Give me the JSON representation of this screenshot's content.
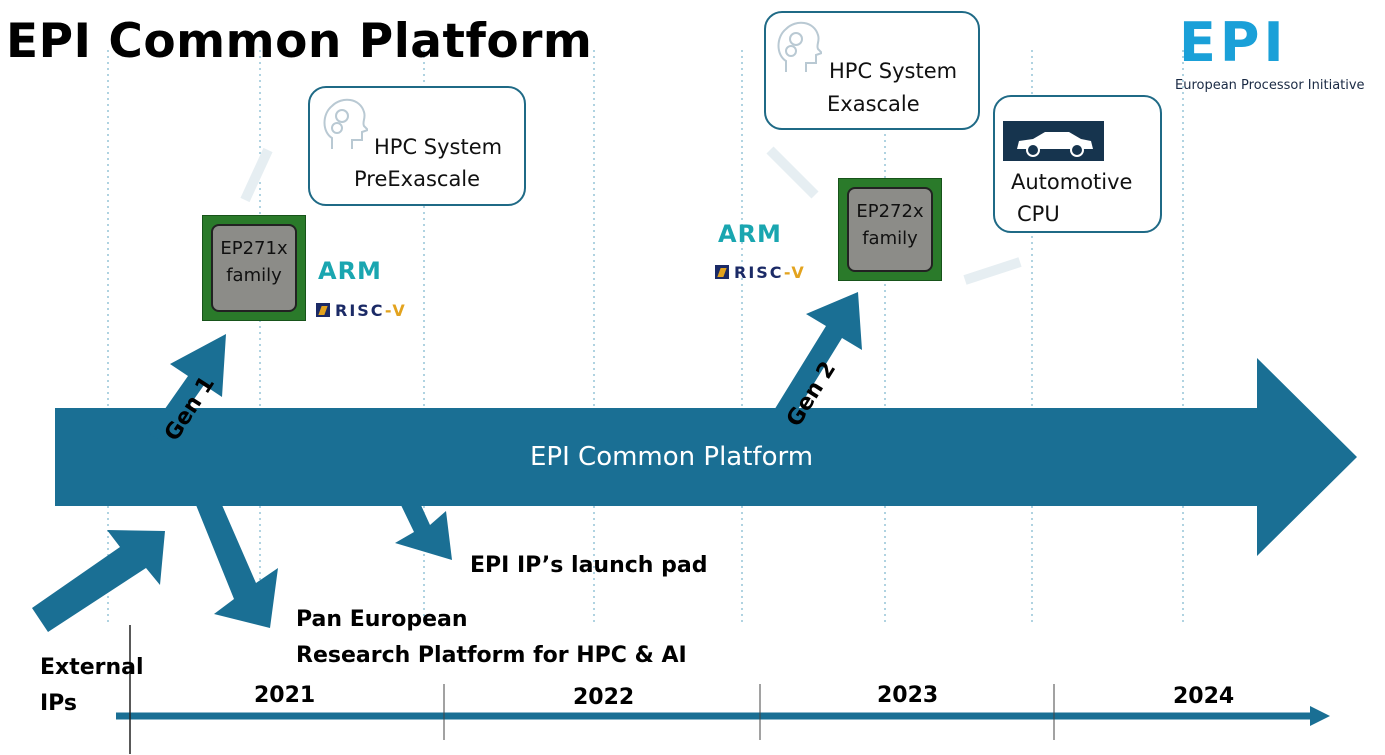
{
  "title": "EPI Common Platform",
  "logo": {
    "mark": "EPI",
    "subtitle": "European Processor Initiative"
  },
  "platform_arrow": {
    "label": "EPI Common Platform"
  },
  "boxes": {
    "hpc_preexascale": {
      "line1": "HPC System",
      "line2": "PreExascale",
      "icon": "brain-gears-icon"
    },
    "hpc_exascale": {
      "line1": "HPC System",
      "line2": "Exascale",
      "icon": "brain-gears-icon"
    },
    "automotive": {
      "line1": "Automotive",
      "line2": "CPU",
      "icon": "car-icon"
    }
  },
  "chips": {
    "gen1": {
      "line1": "EP271x",
      "line2": "family"
    },
    "gen2": {
      "line1": "EP272x",
      "line2": "family"
    }
  },
  "isa": {
    "arm": "ARM",
    "riscv": "RISC",
    "riscv_suffix": "-V"
  },
  "generations": {
    "gen1": "Gen 1",
    "gen2": "Gen 2"
  },
  "labels": {
    "launch_pad": "EPI IP’s launch pad",
    "pan_european_line1": "Pan European",
    "pan_european_line2": "Research Platform for HPC & AI",
    "external_line1": "External",
    "external_line2": "IPs"
  },
  "timeline": {
    "years": [
      "2021",
      "2022",
      "2023",
      "2024"
    ]
  },
  "colors": {
    "arrow_blue": "#1a6f94",
    "box_border": "#1f6a86",
    "chip_green": "#2a7a2a",
    "arm_teal": "#1aa6b0"
  }
}
